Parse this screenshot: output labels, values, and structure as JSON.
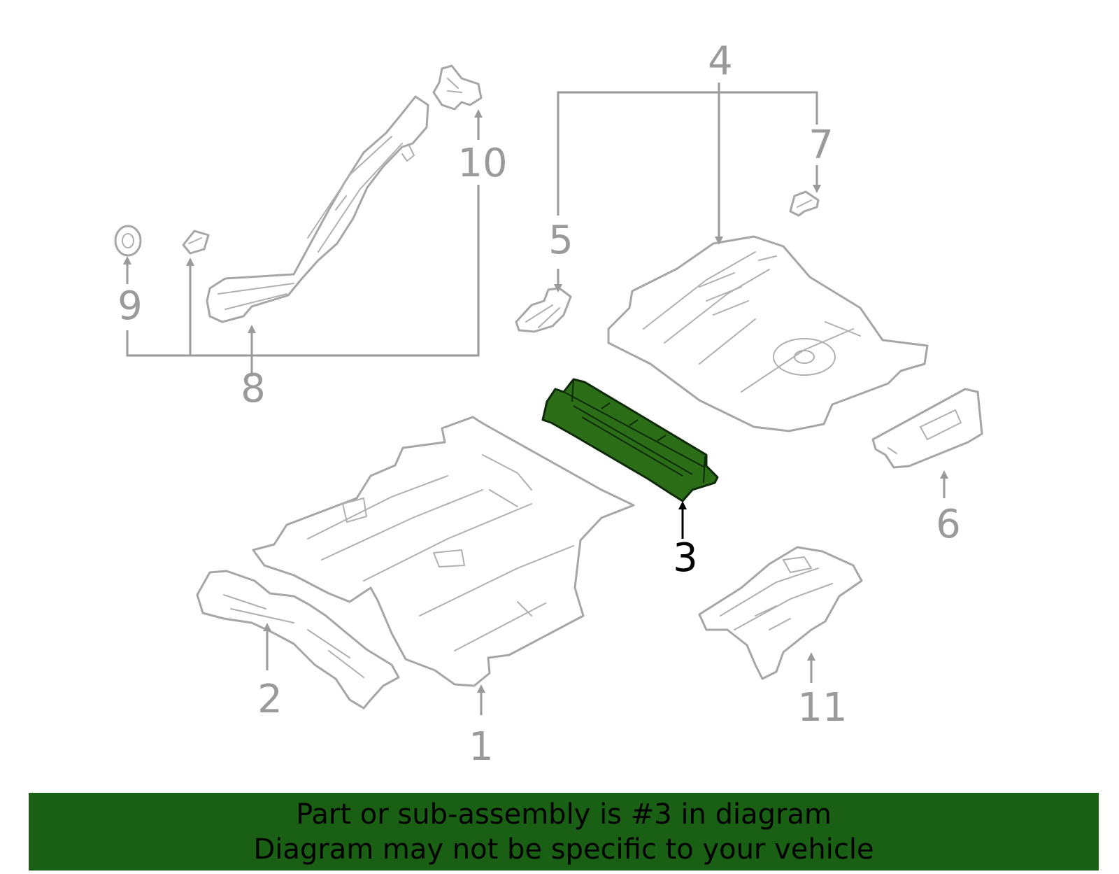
{
  "diagram": {
    "highlight_color": "#2c6e18",
    "line_color": "#9a9a9a",
    "selected_callout": "3",
    "callouts": {
      "c1": "1",
      "c2": "2",
      "c3": "3",
      "c4": "4",
      "c5": "5",
      "c6": "6",
      "c7": "7",
      "c8": "8",
      "c9": "9",
      "c10": "10",
      "c11": "11"
    }
  },
  "banner": {
    "background": "#196014",
    "line1": "Part or sub-assembly is #3 in diagram",
    "line2": "Diagram may not be specific to your vehicle"
  }
}
